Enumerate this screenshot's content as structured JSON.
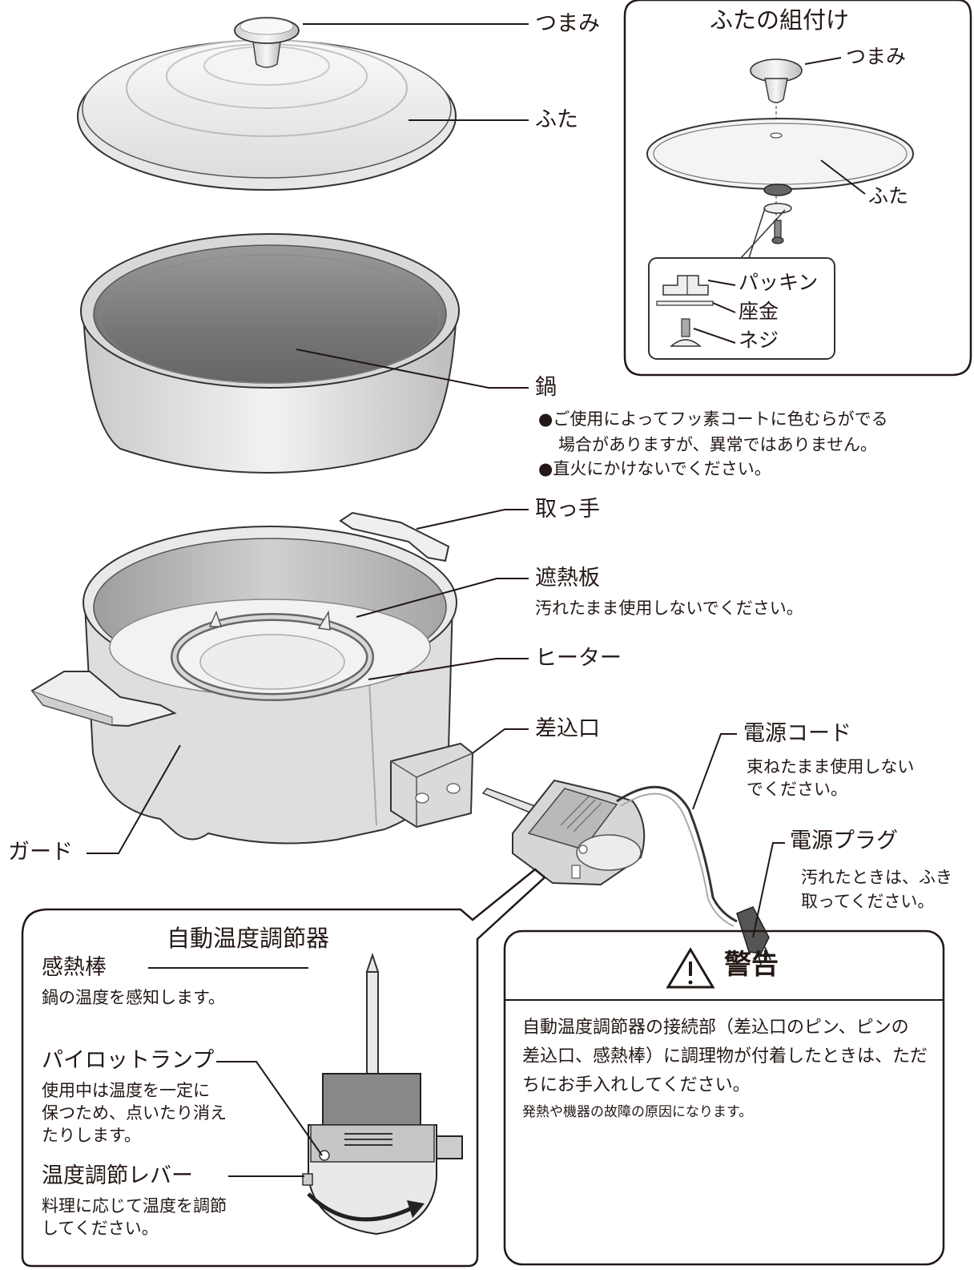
{
  "labels": {
    "knob": "つまみ",
    "lid": "ふた",
    "pot": "鍋",
    "handle": "取っ手",
    "heat_shield": "遮熱板",
    "heater": "ヒーター",
    "inlet": "差込口",
    "guard": "ガード",
    "cord": "電源コード",
    "plug": "電源プラグ"
  },
  "notes": {
    "pot_note_1": "●ご使用によってフッ素コートに色むらがでる",
    "pot_note_1b": "場合がありますが、異常ではありません。",
    "pot_note_2": "●直火にかけないでください。",
    "heat_shield_note": "汚れたまま使用しないでください。",
    "cord_note_1": "束ねたまま使用しない",
    "cord_note_2": "でください。",
    "plug_note_1": "汚れたときは、ふき",
    "plug_note_2": "取ってください。"
  },
  "lid_assembly": {
    "title": "ふたの組付け",
    "knob": "つまみ",
    "lid": "ふた",
    "packing": "パッキン",
    "washer": "座金",
    "screw": "ネジ"
  },
  "controller": {
    "title": "自動温度調節器",
    "rod": "感熱棒",
    "rod_note": "鍋の温度を感知します。",
    "lamp": "パイロットランプ",
    "lamp_note_1": "使用中は温度を一定に",
    "lamp_note_2": "保つため、点いたり消え",
    "lamp_note_3": "たりします。",
    "lever": "温度調節レバー",
    "lever_note_1": "料理に応じて温度を調節",
    "lever_note_2": "してください。"
  },
  "warning": {
    "title": "警告",
    "line_1": "自動温度調節器の接続部（差込口のピン、ピンの",
    "line_2": "差込口、感熱棒）に調理物が付着したときは、ただ",
    "line_3": "ちにお手入れしてください。",
    "line_4": "発熱や機器の故障の原因になります。"
  }
}
